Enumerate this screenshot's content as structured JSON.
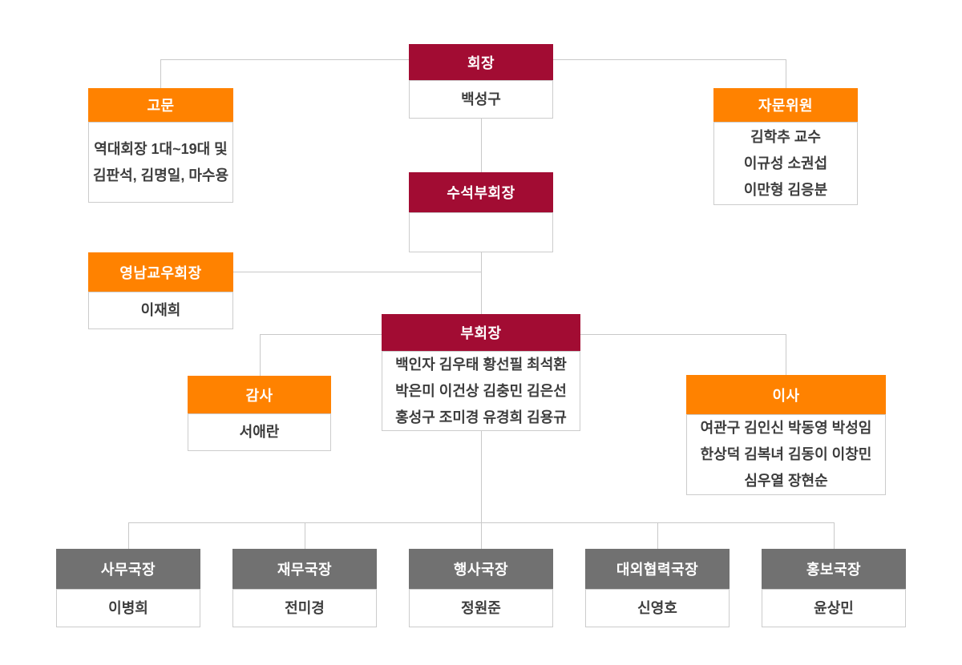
{
  "colors": {
    "red": "#a20c33",
    "orange": "#ff8200",
    "gray": "#717171",
    "line": "#c9c9c9",
    "border": "#cccccc",
    "text": "#3d3d3d"
  },
  "nodes": {
    "chairman": {
      "title": "회장",
      "members": [
        "백성구"
      ]
    },
    "advisor": {
      "title": "고문",
      "members": [
        "역대회장 1대~19대 및",
        "김판석, 김명일, 마수용"
      ]
    },
    "advisory_committee": {
      "title": "자문위원",
      "members": [
        "김학추 교수",
        "이규성 소권섭",
        "이만형 김응분"
      ]
    },
    "senior_vice_chairman": {
      "title": "수석부회장",
      "members": []
    },
    "yeongnam_alumni_president": {
      "title": "영남교우회장",
      "members": [
        "이재희"
      ]
    },
    "vice_chairman": {
      "title": "부회장",
      "members": [
        "백인자 김우태 황선필 최석환",
        "박은미 이건상 김충민 김은선",
        "홍성구 조미경 유경희 김용규"
      ]
    },
    "auditor": {
      "title": "감사",
      "members": [
        "서애란"
      ]
    },
    "director": {
      "title": "이사",
      "members": [
        "여관구 김인신 박동영 박성임",
        "한상덕 김복녀 김동이 이창민",
        "심우열 장현순"
      ]
    },
    "secretary_general": {
      "title": "사무국장",
      "members": [
        "이병희"
      ]
    },
    "finance_director": {
      "title": "재무국장",
      "members": [
        "전미경"
      ]
    },
    "events_director": {
      "title": "행사국장",
      "members": [
        "정원준"
      ]
    },
    "external_relations_director": {
      "title": "대외협력국장",
      "members": [
        "신영호"
      ]
    },
    "pr_director": {
      "title": "홍보국장",
      "members": [
        "윤상민"
      ]
    }
  }
}
